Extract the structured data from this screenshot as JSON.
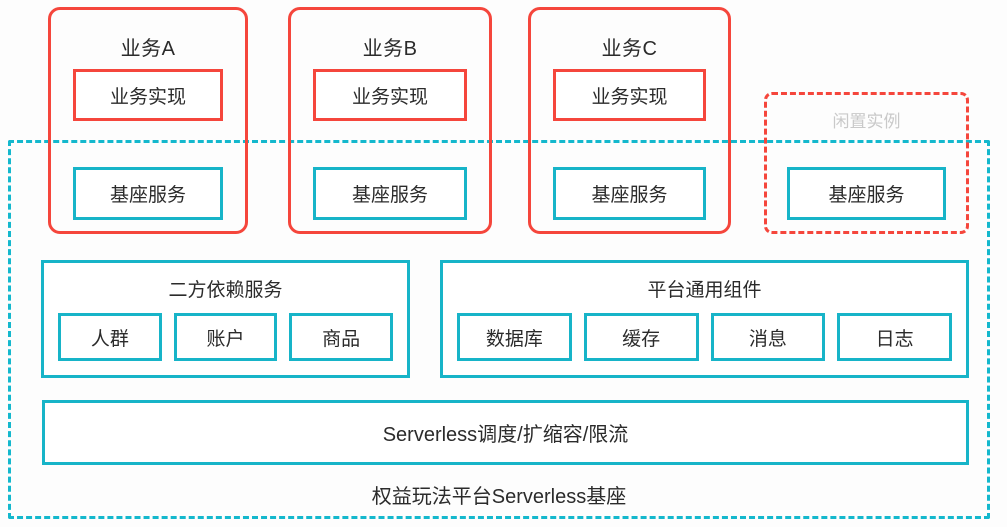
{
  "diagram": {
    "colors": {
      "business_red": "#f5463c",
      "platform_teal": "#17b4c8",
      "container_teal": "#14b8cd",
      "idle_title_gray": "#c9c9c9",
      "text": "#2b2b2b"
    },
    "businesses": [
      {
        "title": "业务A",
        "impl_label": "业务实现",
        "base_label": "基座服务"
      },
      {
        "title": "业务B",
        "impl_label": "业务实现",
        "base_label": "基座服务"
      },
      {
        "title": "业务C",
        "impl_label": "业务实现",
        "base_label": "基座服务"
      }
    ],
    "idle_instance": {
      "title": "闲置实例",
      "base_label": "基座服务"
    },
    "panels": [
      {
        "title": "二方依赖服务",
        "items": [
          "人群",
          "账户",
          "商品"
        ]
      },
      {
        "title": "平台通用组件",
        "items": [
          "数据库",
          "缓存",
          "消息",
          "日志"
        ]
      }
    ],
    "scheduling_bar": "Serverless调度/扩缩容/限流",
    "footer_label": "权益玩法平台Serverless基座"
  }
}
